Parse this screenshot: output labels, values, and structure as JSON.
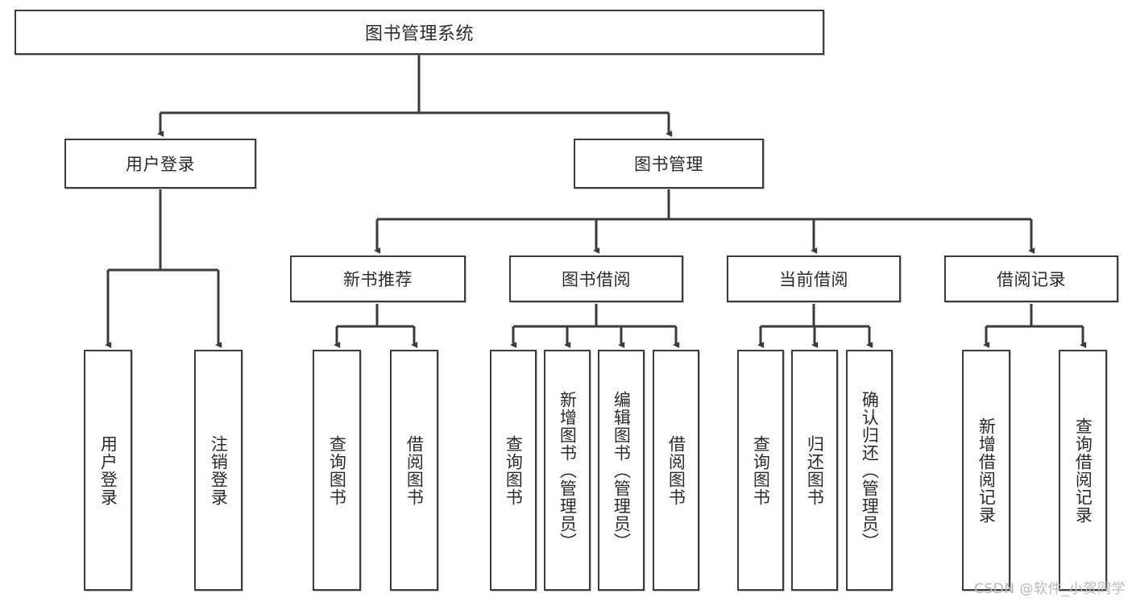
{
  "diagram": {
    "title": "图书管理系统",
    "watermark": "CSDN @软件_小贺同学",
    "line_color": "#3b3b3b",
    "box_fill": "#ffffff",
    "text_color": "#2b2b2b",
    "levels": {
      "level1": "图书管理系统",
      "level2": [
        "用户登录",
        "图书管理"
      ],
      "level3": [
        "新书推荐",
        "图书借阅",
        "当前借阅",
        "借阅记录"
      ]
    },
    "nodes": {
      "root": "图书管理系统",
      "user_login": "用户登录",
      "book_manage": "图书管理",
      "new_book_rec": "新书推荐",
      "book_borrow": "图书借阅",
      "current_borrow": "当前借阅",
      "borrow_record": "借阅记录"
    },
    "leaves": {
      "user_login": [
        "用户登录",
        "注销登录"
      ],
      "new_book_rec": [
        "查询图书",
        "借阅图书"
      ],
      "book_borrow": [
        "查询图书",
        "新增图书（管理员）",
        "编辑图书（管理员）",
        "借阅图书"
      ],
      "current_borrow": [
        "查询图书",
        "归还图书",
        "确认归还（管理员）"
      ],
      "borrow_record": [
        "新增借阅记录",
        "查询借阅记录"
      ]
    }
  }
}
